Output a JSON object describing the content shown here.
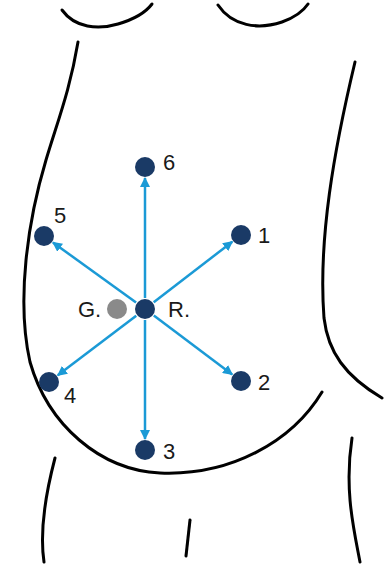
{
  "diagram": {
    "nodes": [
      {
        "text": [
          "6"
        ]
      },
      {
        "text": [
          "5"
        ]
      },
      {
        "text": [
          "1"
        ]
      },
      {
        "text": [
          "G."
        ]
      },
      {
        "text": [
          "R."
        ]
      },
      {
        "text": [
          "4"
        ]
      },
      {
        "text": [
          "2"
        ]
      },
      {
        "text": [
          "3"
        ]
      }
    ],
    "edges": [
      {
        "from": 4,
        "to": 2,
        "arrow": "to"
      },
      {
        "from": 4,
        "to": 6,
        "arrow": "to"
      },
      {
        "from": 4,
        "to": 7,
        "arrow": "to"
      },
      {
        "from": 4,
        "to": 5,
        "arrow": "to"
      },
      {
        "from": 4,
        "to": 1,
        "arrow": "to"
      },
      {
        "from": 4,
        "to": 0,
        "arrow": "to"
      }
    ]
  }
}
